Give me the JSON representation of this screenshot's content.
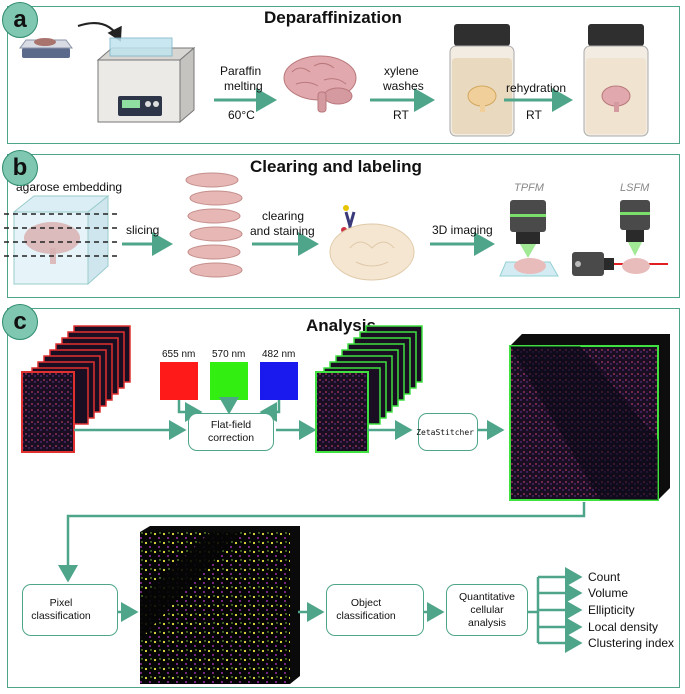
{
  "panel_a": {
    "badge": "a",
    "title": "Deparaffinization",
    "steps": {
      "melting_top": "Paraffin",
      "melting_bottom": "melting",
      "melting_temp": "60°C",
      "xylene_top": "xylene",
      "xylene_bottom": "washes",
      "xylene_cond": "RT",
      "rehydration": "rehydration",
      "rehydration_cond": "RT"
    }
  },
  "panel_b": {
    "badge": "b",
    "title": "Clearing and labeling",
    "agarose": "agarose embedding",
    "slicing": "slicing",
    "clearing_top": "clearing",
    "clearing_bottom": "and staining",
    "imaging": "3D imaging",
    "tpfm": "TPFM",
    "lsfm": "LSFM"
  },
  "panel_c": {
    "badge": "c",
    "title": "Analysis",
    "filters": [
      "655 nm",
      "570 nm",
      "482 nm"
    ],
    "filter_colors": [
      "#ff1a1a",
      "#33ee11",
      "#1a1aee"
    ],
    "flatfield_top": "Flat-field",
    "flatfield_bottom": "correction",
    "stitcher": "ZetaStitcher",
    "pixel_top": "Pixel",
    "pixel_bottom": "classification",
    "object_top": "Object",
    "object_bottom": "classification",
    "quant_1": "Quantitative",
    "quant_2": "cellular",
    "quant_3": "analysis",
    "outputs": [
      "Count",
      "Volume",
      "Ellipticity",
      "Local density",
      "Clustering index"
    ]
  },
  "colors": {
    "accent": "#4fa58a",
    "badge": "#7fc7b0"
  }
}
